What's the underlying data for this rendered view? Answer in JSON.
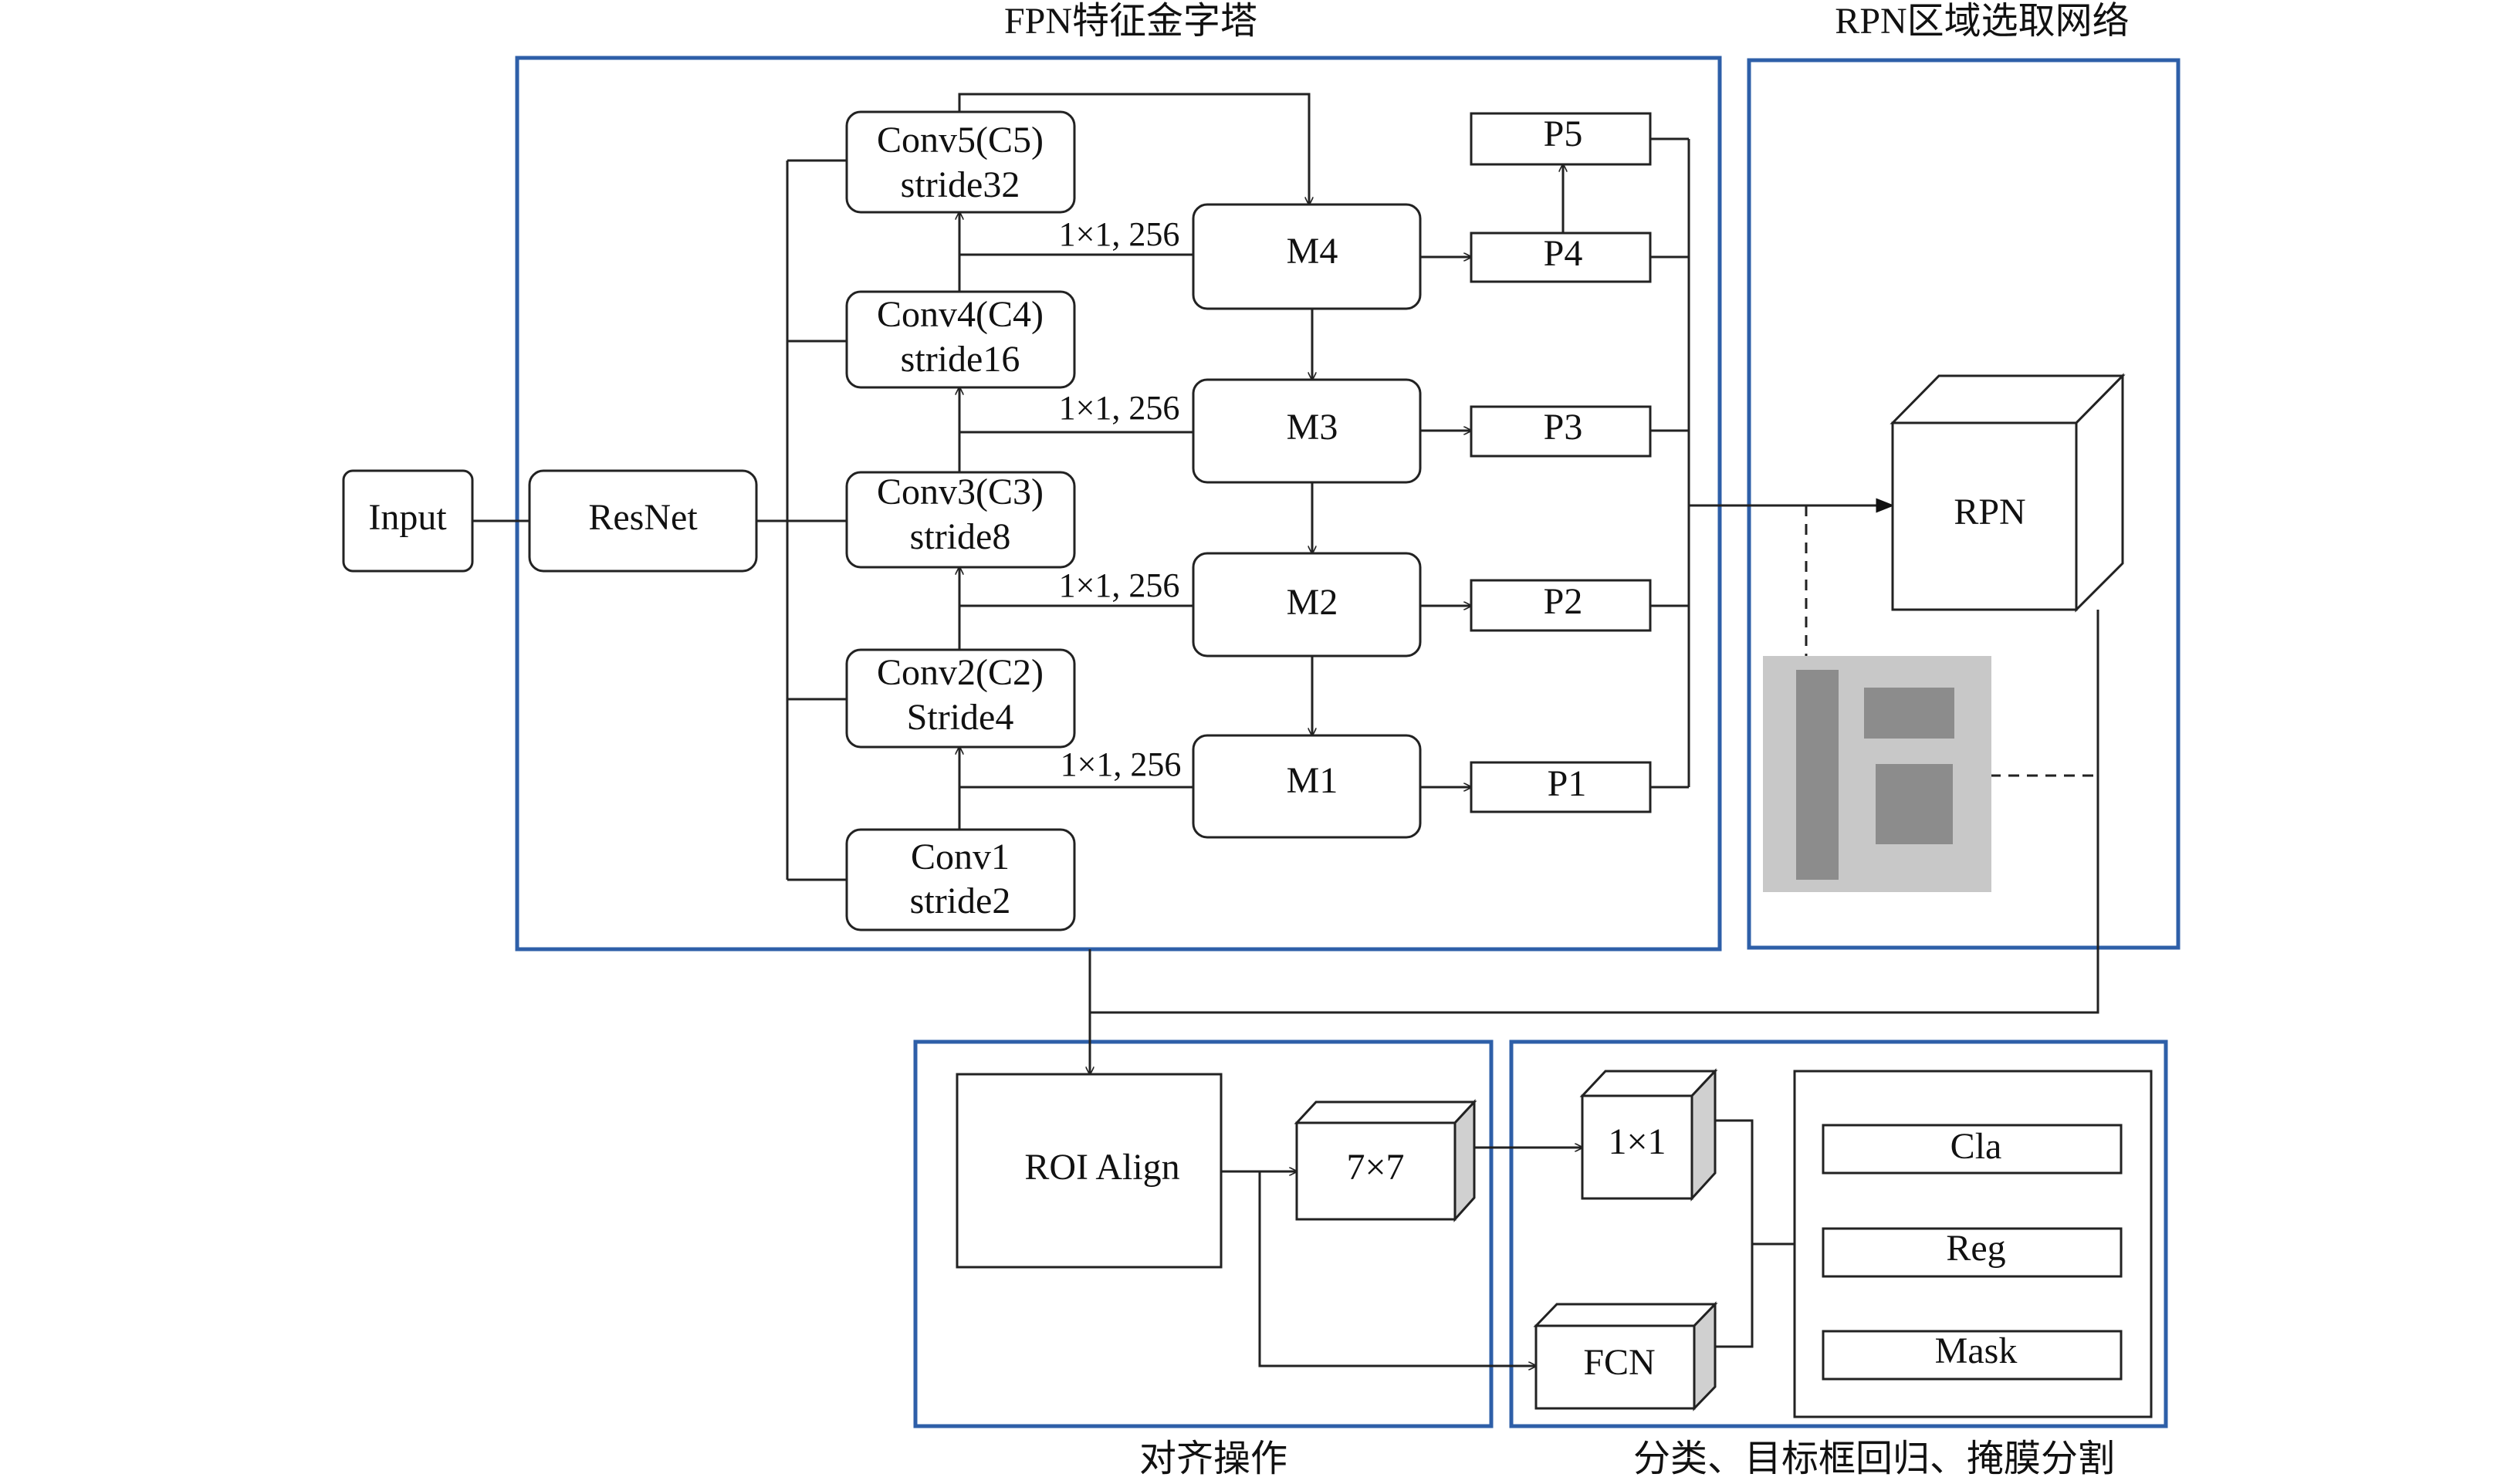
{
  "sections": {
    "fpn": "FPN特征金字塔",
    "rpn": "RPN区域选取网络",
    "align": "对齐操作",
    "heads": "分类、目标框回归、掩膜分割"
  },
  "nodes": {
    "input": "Input",
    "resnet": "ResNet",
    "conv5": [
      "Conv5(C5)",
      "stride32"
    ],
    "conv4": [
      "Conv4(C4)",
      "stride16"
    ],
    "conv3": [
      "Conv3(C3)",
      "stride8"
    ],
    "conv2": [
      "Conv2(C2)",
      "Stride4"
    ],
    "conv1": [
      "Conv1",
      "stride2"
    ],
    "m4": "M4",
    "m3": "M3",
    "m2": "M2",
    "m1": "M1",
    "p5": "P5",
    "p4": "P4",
    "p3": "P3",
    "p2": "P2",
    "p1": "P1",
    "rpn": "RPN",
    "roi_align": "ROI Align",
    "pool7": "7×7",
    "conv1x1": "1×1",
    "fcn": "FCN",
    "cla": "Cla",
    "reg": "Reg",
    "mask": "Mask"
  },
  "edge_labels": {
    "lat4": "1×1, 256",
    "lat3": "1×1, 256",
    "lat2": "1×1, 256",
    "lat1": "1×1, 256"
  }
}
